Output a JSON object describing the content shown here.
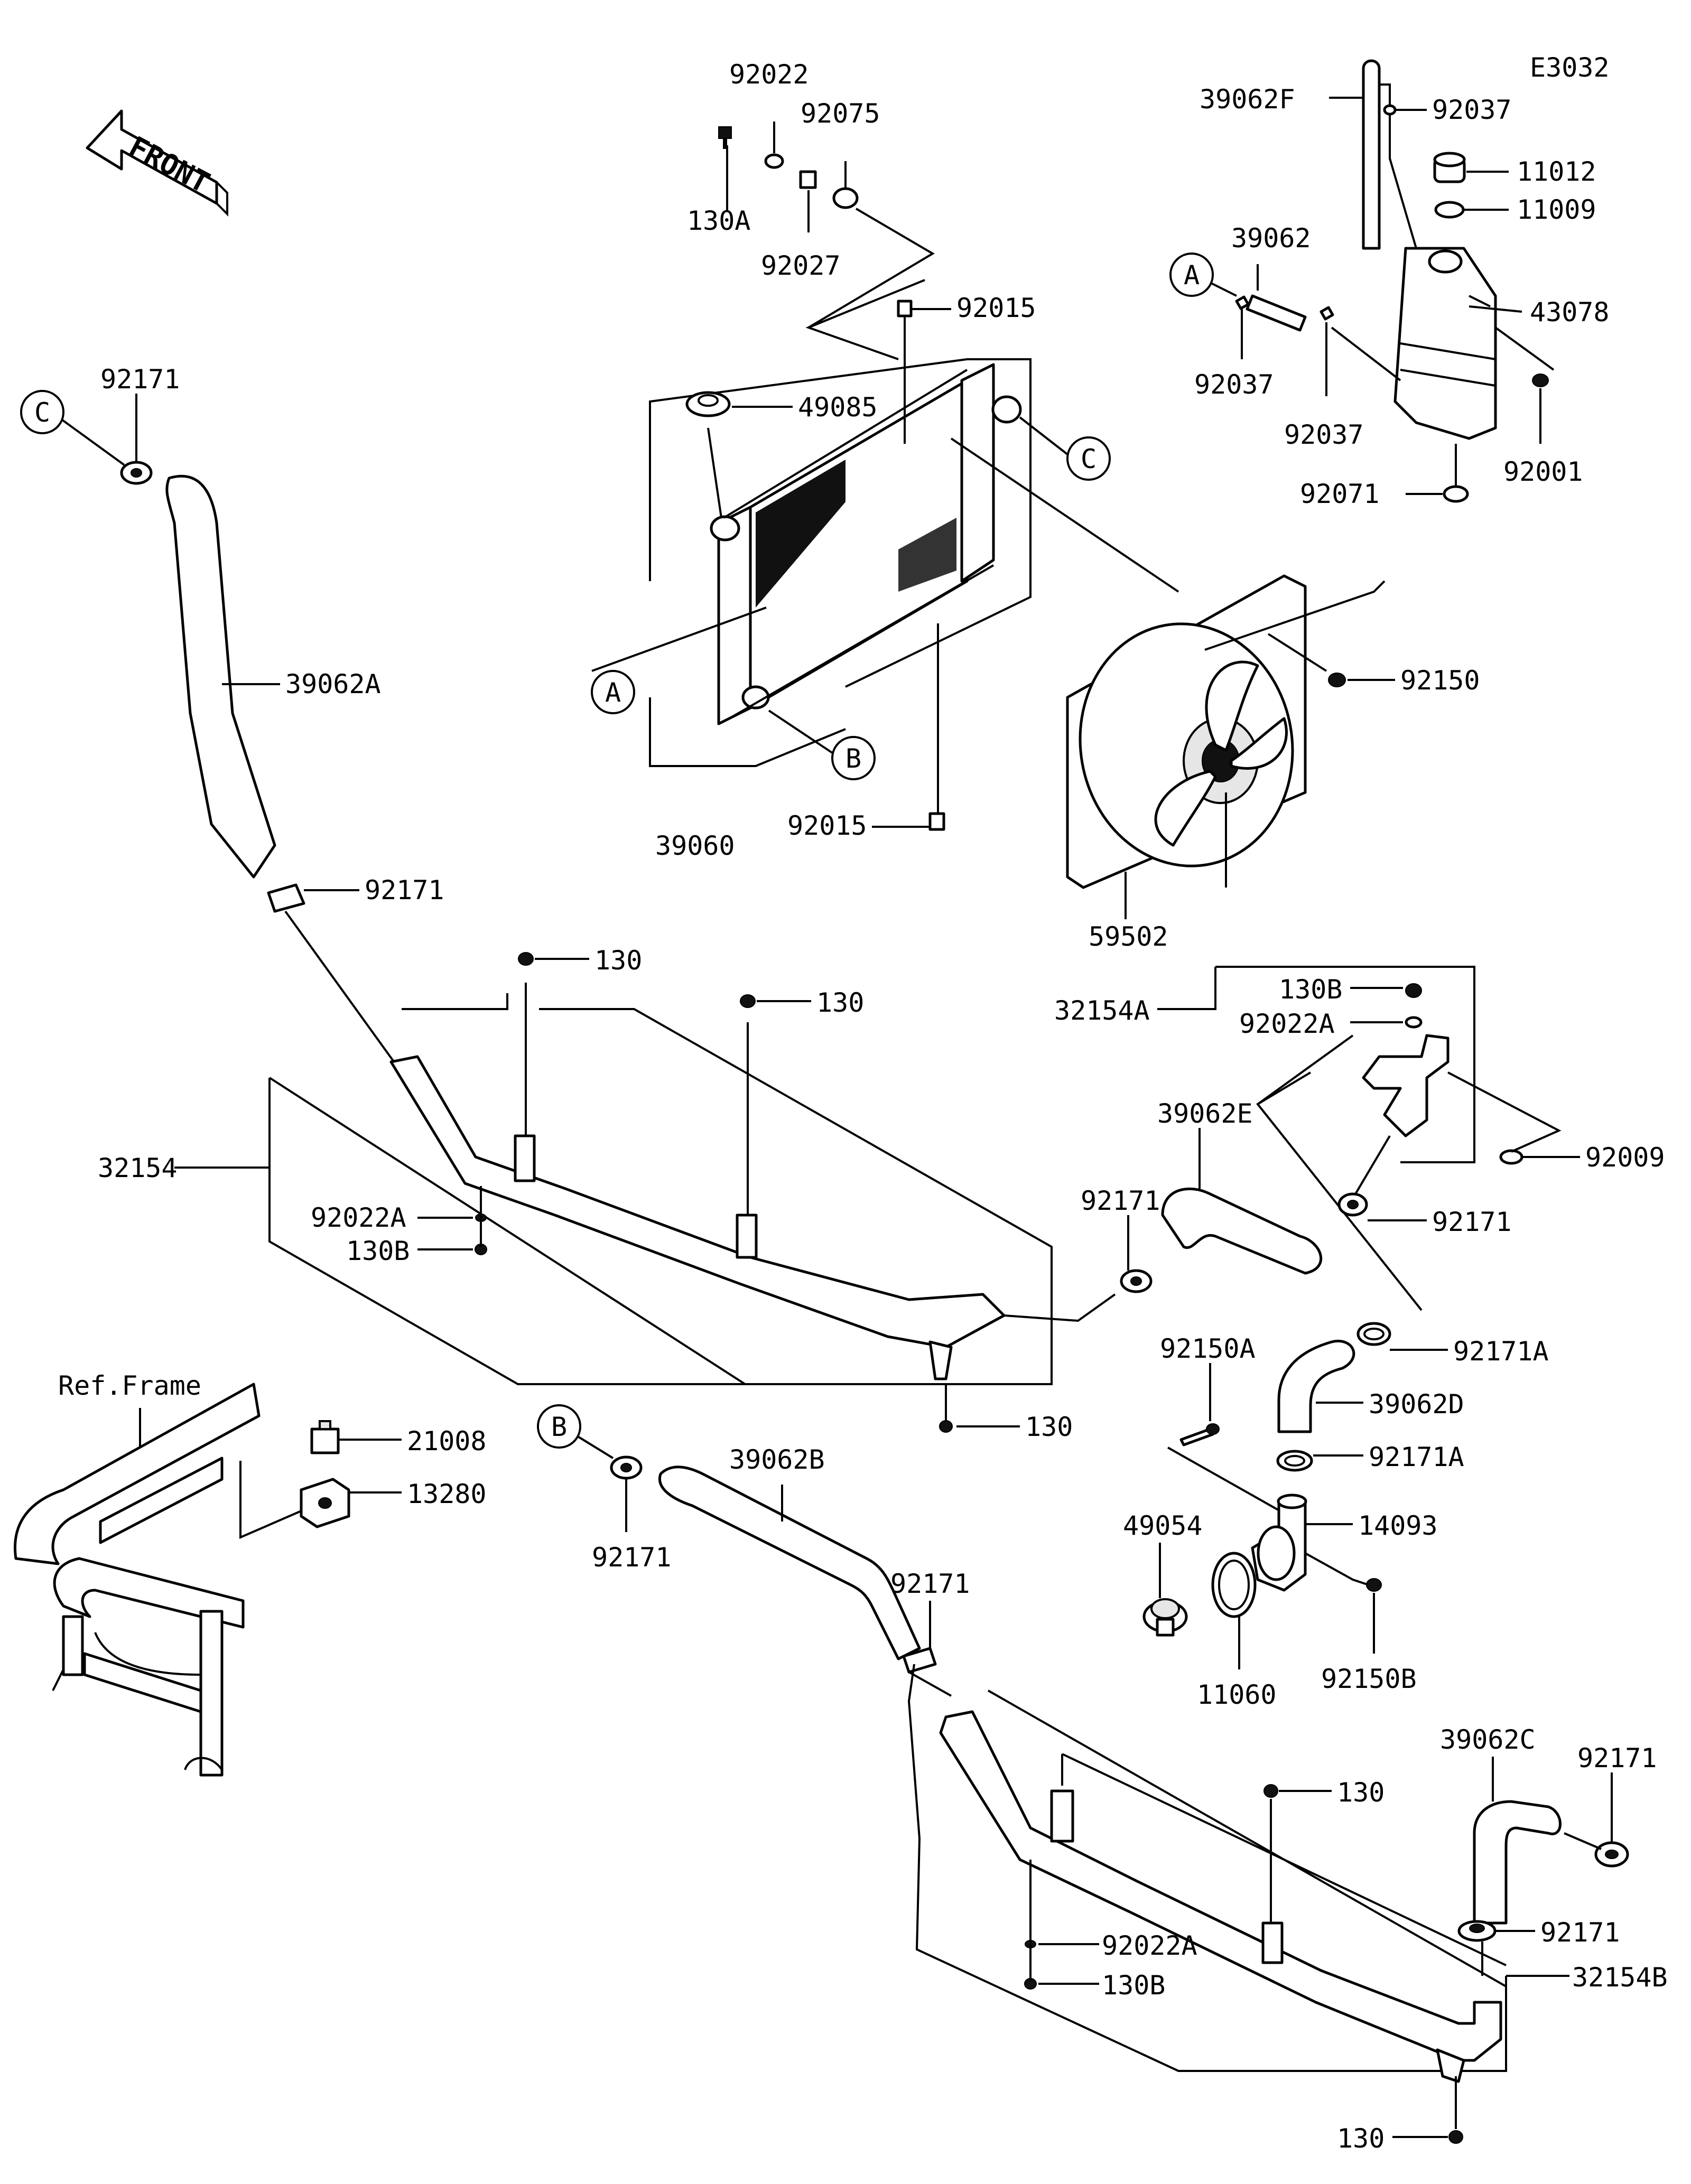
{
  "diagram_code": "E3032",
  "front_label": "FRONT",
  "ref_frame_label": "Ref.Frame",
  "callouts": {
    "a": "A",
    "b": "B",
    "c": "C"
  },
  "labels": {
    "p92022_top": "92022",
    "p92075": "92075",
    "p130A": "130A",
    "p92027": "92027",
    "p92015_top": "92015",
    "p49085": "49085",
    "p39060": "39060",
    "p92015_bot": "92015",
    "p92171_1": "92171",
    "p39062A": "39062A",
    "p92171_2": "92171",
    "p39062F": "39062F",
    "p92037_1": "92037",
    "p11012": "11012",
    "p11009": "11009",
    "p39062": "39062",
    "p43078": "43078",
    "p92037_2": "92037",
    "p92037_3": "92037",
    "p92001": "92001",
    "p92071": "92071",
    "p92150": "92150",
    "p59502": "59502",
    "p130_1": "130",
    "p130_2": "130",
    "p32154": "32154",
    "p92022A_1": "92022A",
    "p130B_1": "130B",
    "p130_3": "130",
    "p130B_2": "130B",
    "p32154A": "32154A",
    "p92022A_2": "92022A",
    "p39062E": "39062E",
    "p92171_3": "92171",
    "p92009": "92009",
    "p92171_4": "92171",
    "p92171A_1": "92171A",
    "p92150A": "92150A",
    "p39062D": "39062D",
    "p92171A_2": "92171A",
    "p49054": "49054",
    "p14093": "14093",
    "p11060": "11060",
    "p92150B": "92150B",
    "p21008": "21008",
    "p13280": "13280",
    "p39062B": "39062B",
    "p92171_5": "92171",
    "p92171_6": "92171",
    "p39062C": "39062C",
    "p92171_7": "92171",
    "p130_4": "130",
    "p92171_8": "92171",
    "p92022A_3": "92022A",
    "p130B_3": "130B",
    "p32154B": "32154B",
    "p130_5": "130"
  }
}
